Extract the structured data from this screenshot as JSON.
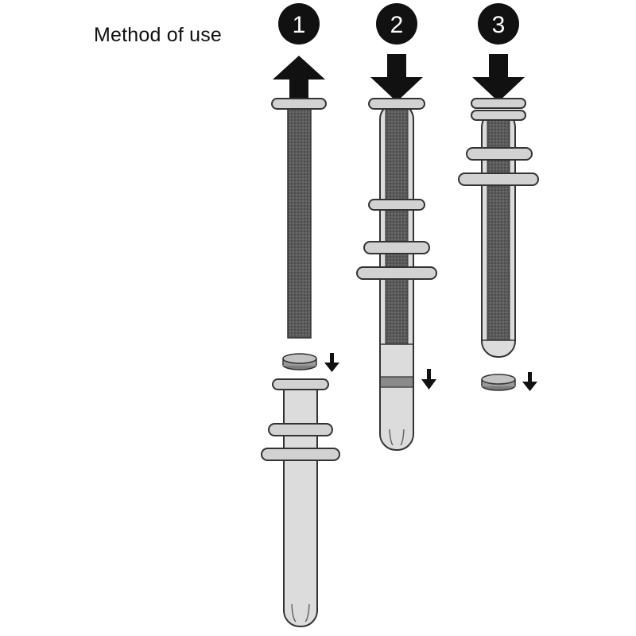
{
  "title": "Method of use",
  "steps": [
    {
      "number": "1",
      "arrow": "up-arrow-icon"
    },
    {
      "number": "2",
      "arrow": "down-arrow-icon"
    },
    {
      "number": "3",
      "arrow": "down-arrow-icon"
    }
  ],
  "colors": {
    "badge": "#111111",
    "arrow": "#111111",
    "tube": "#dcdcdc",
    "tube_stroke": "#3a3a3a",
    "ring": "#cfcfcf",
    "rod": "#5d5d5d",
    "tablet": "#9a9a9a"
  }
}
